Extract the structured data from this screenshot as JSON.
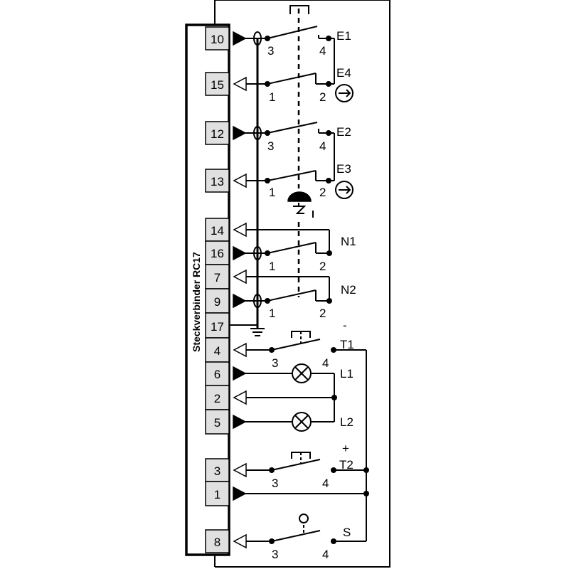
{
  "connector": {
    "title": "Steckverbinder RC17",
    "terminals": [
      "10",
      "15",
      "12",
      "13",
      "14",
      "16",
      "7",
      "9",
      "17",
      "4",
      "6",
      "2",
      "5",
      "3",
      "1",
      "8"
    ]
  },
  "contacts": {
    "e1": {
      "name": "E1",
      "a": "3",
      "b": "4"
    },
    "e4": {
      "name": "E4",
      "a": "1",
      "b": "2"
    },
    "e2": {
      "name": "E2",
      "a": "3",
      "b": "4"
    },
    "e3": {
      "name": "E3",
      "a": "1",
      "b": "2"
    },
    "n1": {
      "name": "N1",
      "a": "1",
      "b": "2"
    },
    "n2": {
      "name": "N2",
      "a": "1",
      "b": "2"
    },
    "t1": {
      "name": "T1",
      "a": "3",
      "b": "4",
      "polarity": "-"
    },
    "t2": {
      "name": "T2",
      "a": "3",
      "b": "4",
      "polarity": "+"
    },
    "s": {
      "name": "S",
      "a": "3",
      "b": "4"
    }
  },
  "lamps": {
    "l1": {
      "name": "L1"
    },
    "l2": {
      "name": "L2"
    }
  }
}
